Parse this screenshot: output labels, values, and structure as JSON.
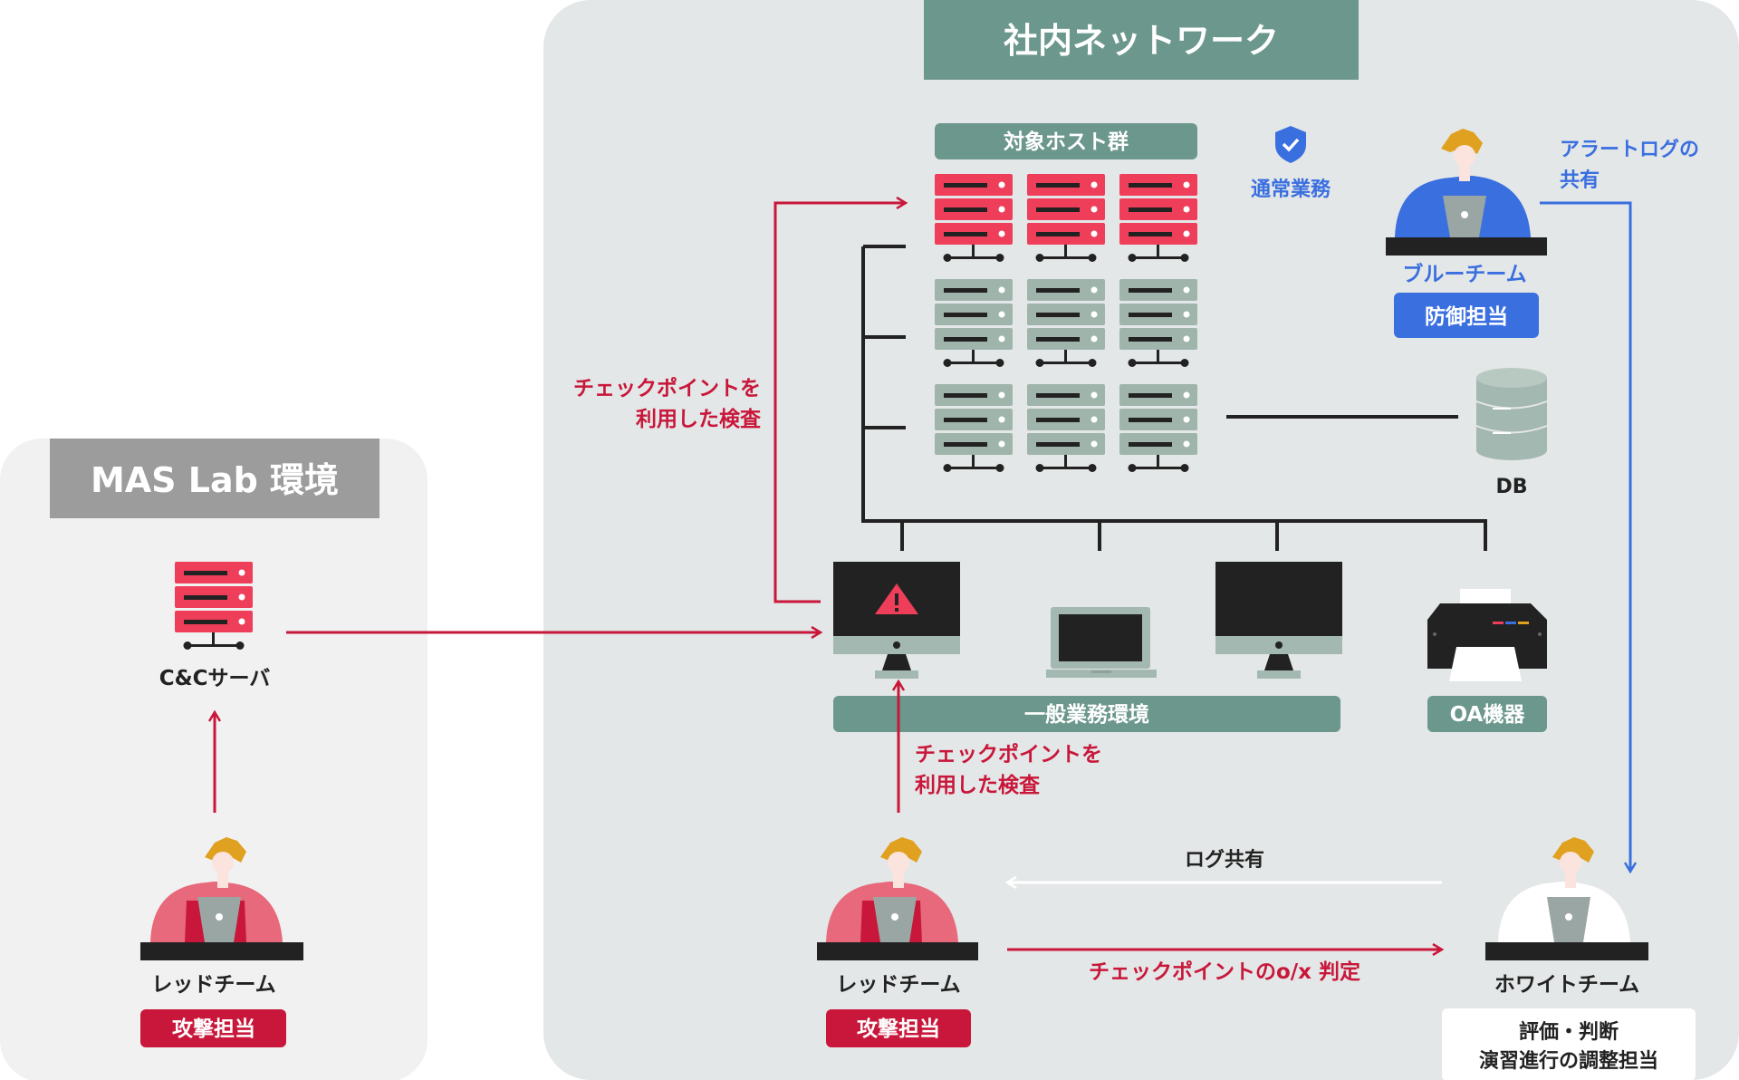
{
  "mas_lab": {
    "title": "MAS Lab 環境",
    "cc_server": "C&Cサーバ",
    "red_team": {
      "name": "レッドチーム",
      "role": "攻撃担当"
    }
  },
  "internal": {
    "title": "社内ネットワーク",
    "target_hosts": "対象ホスト群",
    "normal_work": "通常業務",
    "db": "DB",
    "general_env": "一般業務環境",
    "oa": "OA機器",
    "blue_team": {
      "name": "ブルーチーム",
      "role": "防御担当"
    },
    "alert_log": [
      "アラートログの",
      "共有"
    ],
    "red_team": {
      "name": "レッドチーム",
      "role": "攻撃担当"
    },
    "white_team": {
      "name": "ホワイトチーム",
      "role": [
        "評価・判断",
        "演習進行の調整担当"
      ]
    },
    "checkpoint_left": [
      "チェックポイントを",
      "利用した検査"
    ],
    "checkpoint_bottom": [
      "チェックポイントを",
      "利用した検査"
    ],
    "log_share": "ログ共有",
    "ox_judge": "チェックポイントのo/x 判定"
  },
  "colors": {
    "red": "#c8173a",
    "server_red": "#ef3e5a",
    "server_gray": "#9fb4ab",
    "teal": "#6b978c",
    "blue": "#3a6fe0",
    "gray_label": "#9c9c9c",
    "panel_left": "#f1f1f1",
    "panel_right": "#e4e7e7",
    "dark": "#222222"
  },
  "icons": {
    "server": "server-icon",
    "monitor": "monitor-icon",
    "laptop": "laptop-icon",
    "printer": "printer-icon",
    "database": "database-icon",
    "shield": "shield-check-icon",
    "warning": "warning-icon",
    "person": "person-at-laptop-icon"
  }
}
